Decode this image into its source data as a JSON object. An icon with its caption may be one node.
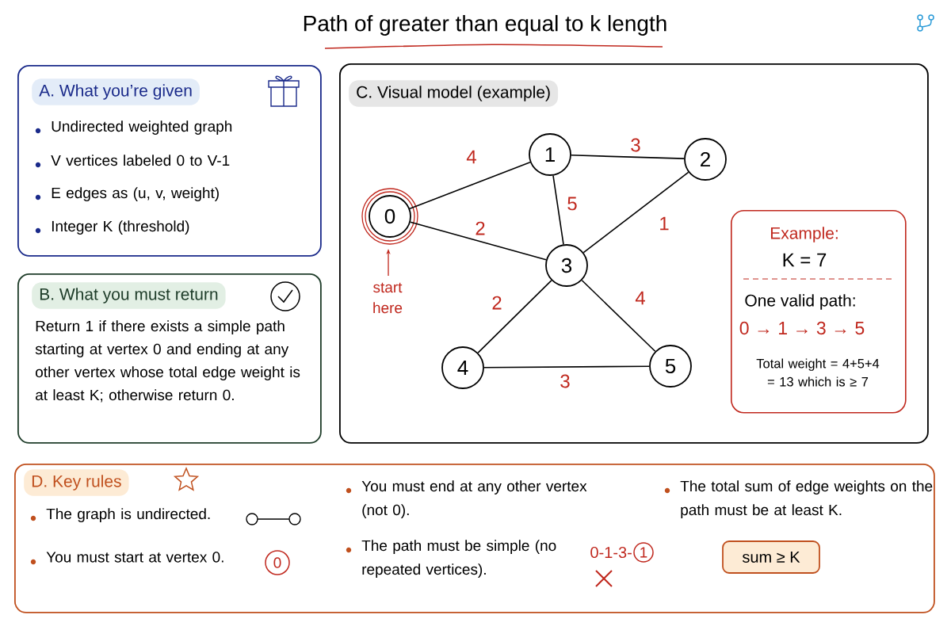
{
  "diagram": {
    "title": "Path of greater than equal to k length",
    "nodes": [
      {
        "text": [
          "A. What you’re given",
          "Undirected weighted graph",
          "V vertices labeled 0 to V-1",
          "E edges as (u, v, weight)",
          "Integer K (threshold)"
        ]
      },
      {
        "text": [
          "B. What you must return",
          "Return 1 if there exists a simple path starting at vertex 0 and ending at any other vertex whose total edge weight is at least K; otherwise return 0."
        ]
      },
      {
        "text": [
          "C. Visual model (example)"
        ]
      },
      {
        "text": [
          "0"
        ],
        "in": 2,
        "beside": [
          "start here"
        ]
      },
      {
        "text": [
          "1"
        ],
        "in": 2
      },
      {
        "text": [
          "2"
        ],
        "in": 2
      },
      {
        "text": [
          "3"
        ],
        "in": 2
      },
      {
        "text": [
          "4"
        ],
        "in": 2
      },
      {
        "text": [
          "5"
        ],
        "in": 2
      },
      {
        "text": [
          "Example:",
          "K = 7",
          "One valid path:",
          "0 → 1 → 3 → 5",
          "Total weight = 4+5+4 = 13 which is ≥ 7"
        ],
        "in": 2
      },
      {
        "text": [
          "D. Key rules",
          "The graph is undirected.",
          "You must start at vertex 0.",
          "You must end at any other vertex (not 0).",
          "The path must be simple (no repeated vertices).",
          "The total sum of edge weights on the path must be at least K."
        ]
      },
      {
        "text": [
          "0"
        ],
        "in": 10
      },
      {
        "text": [
          "1"
        ],
        "in": 10
      },
      {
        "text": [
          "sum ≥ K"
        ],
        "in": 10
      }
    ],
    "edges": [
      {
        "from": 3,
        "to": 4,
        "arrow": "none",
        "label": "4"
      },
      {
        "from": 4,
        "to": 5,
        "arrow": "none",
        "label": "3"
      },
      {
        "from": 4,
        "to": 6,
        "arrow": "none",
        "label": "5"
      },
      {
        "from": 3,
        "to": 6,
        "arrow": "none",
        "label": "2"
      },
      {
        "from": 5,
        "to": 6,
        "arrow": "none",
        "label": "1"
      },
      {
        "from": 6,
        "to": 7,
        "arrow": "none",
        "label": "2"
      },
      {
        "from": 6,
        "to": 8,
        "arrow": "none",
        "label": "4"
      },
      {
        "from": 7,
        "to": 8,
        "arrow": "none",
        "label": "3"
      }
    ],
    "labels": [
      "0-1-3-"
    ]
  }
}
